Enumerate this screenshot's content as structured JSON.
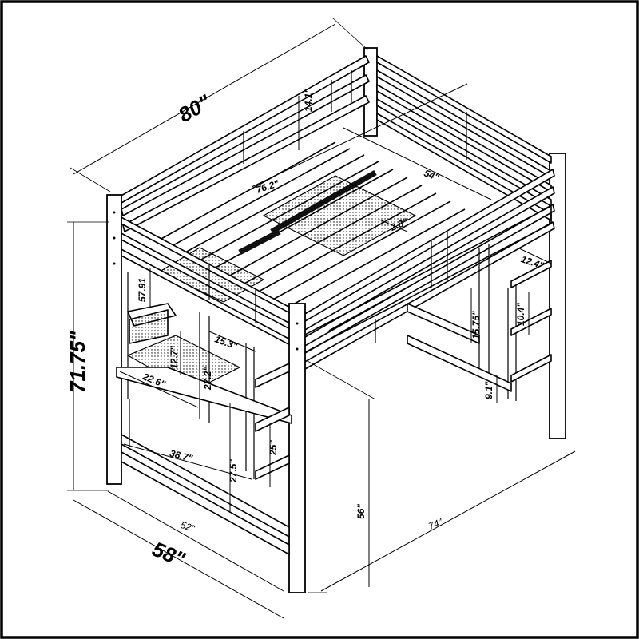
{
  "dimensions": {
    "overall_length": "80\"",
    "overall_height": "71.75\"",
    "overall_width": "58\"",
    "guardrail_height": "14.1\"",
    "mattress_length": "76.2\"",
    "mattress_width": "54\"",
    "slat_gap": "2.8\"",
    "ladder_width": "12.4\"",
    "ladder_rung_gap": "10.4\"",
    "ladder_step": "15.75\"",
    "ladder_bottom": "9.1\"",
    "clearance_height": "56\"",
    "inner_length": "74\"",
    "desk_shelf_height": "57.91",
    "shelf_depth": "15.3\"",
    "shelf_gap": "12.7\"",
    "desk_to_shelf": "27.2\"",
    "desk_depth": "22.6\"",
    "desk_width": "38.7\"",
    "desk_height": "27.5\"",
    "desk_step": "25\"",
    "inner_width": "52\""
  },
  "colors": {
    "ink": "#000000",
    "paper": "#ffffff"
  }
}
